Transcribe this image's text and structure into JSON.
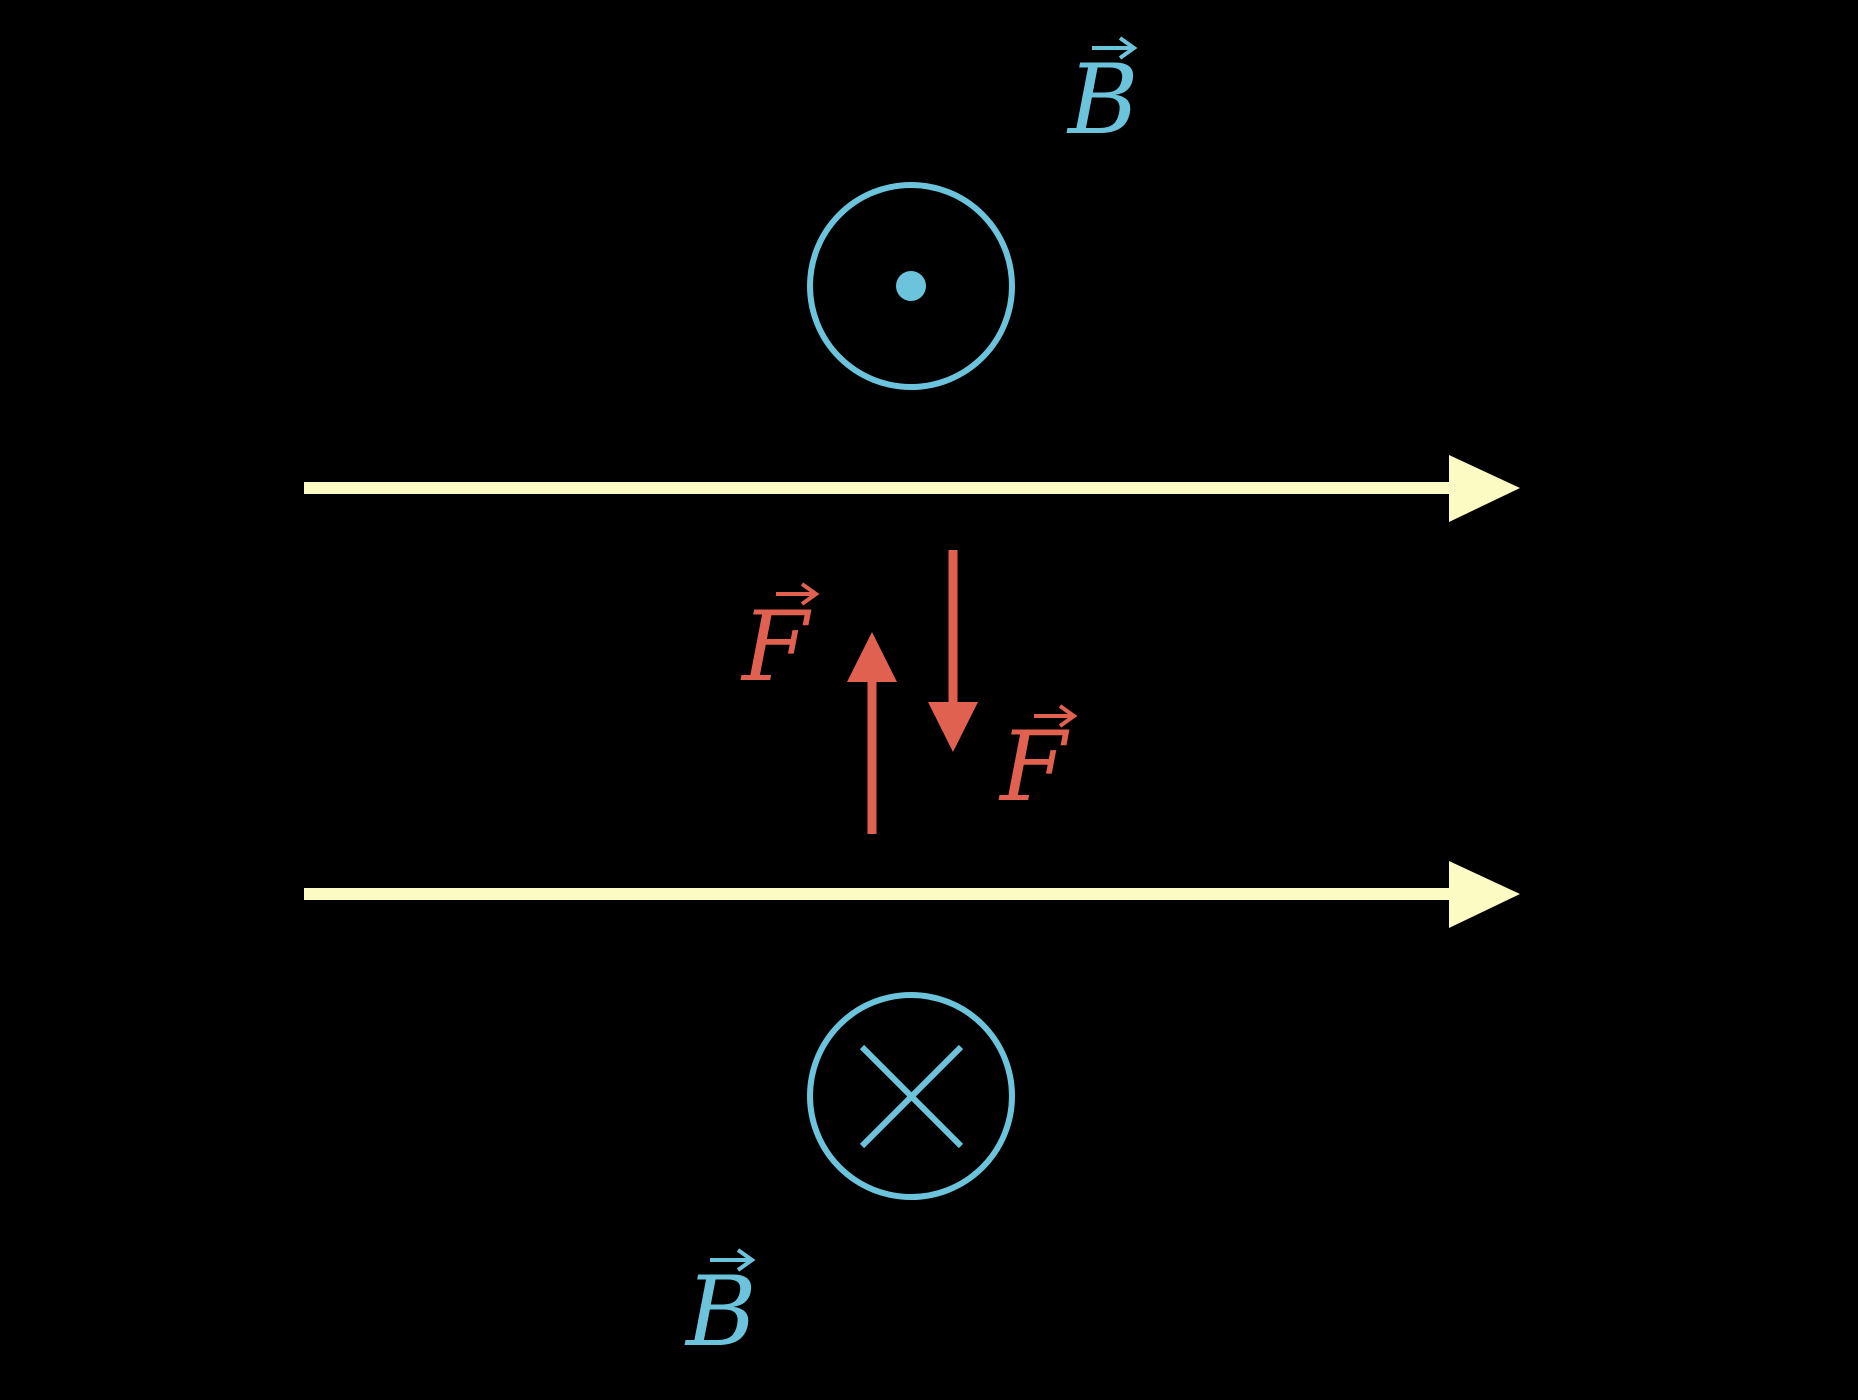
{
  "colors": {
    "background": "#000000",
    "field": "#6cc4dc",
    "force": "#e0614f",
    "current": "#fdfbc4"
  },
  "labels": {
    "field_top": "B",
    "field_bottom": "B",
    "force_left": "F",
    "force_right": "F"
  },
  "symbols": {
    "field_top": "out-of-page-dot",
    "field_bottom": "into-page-cross"
  }
}
